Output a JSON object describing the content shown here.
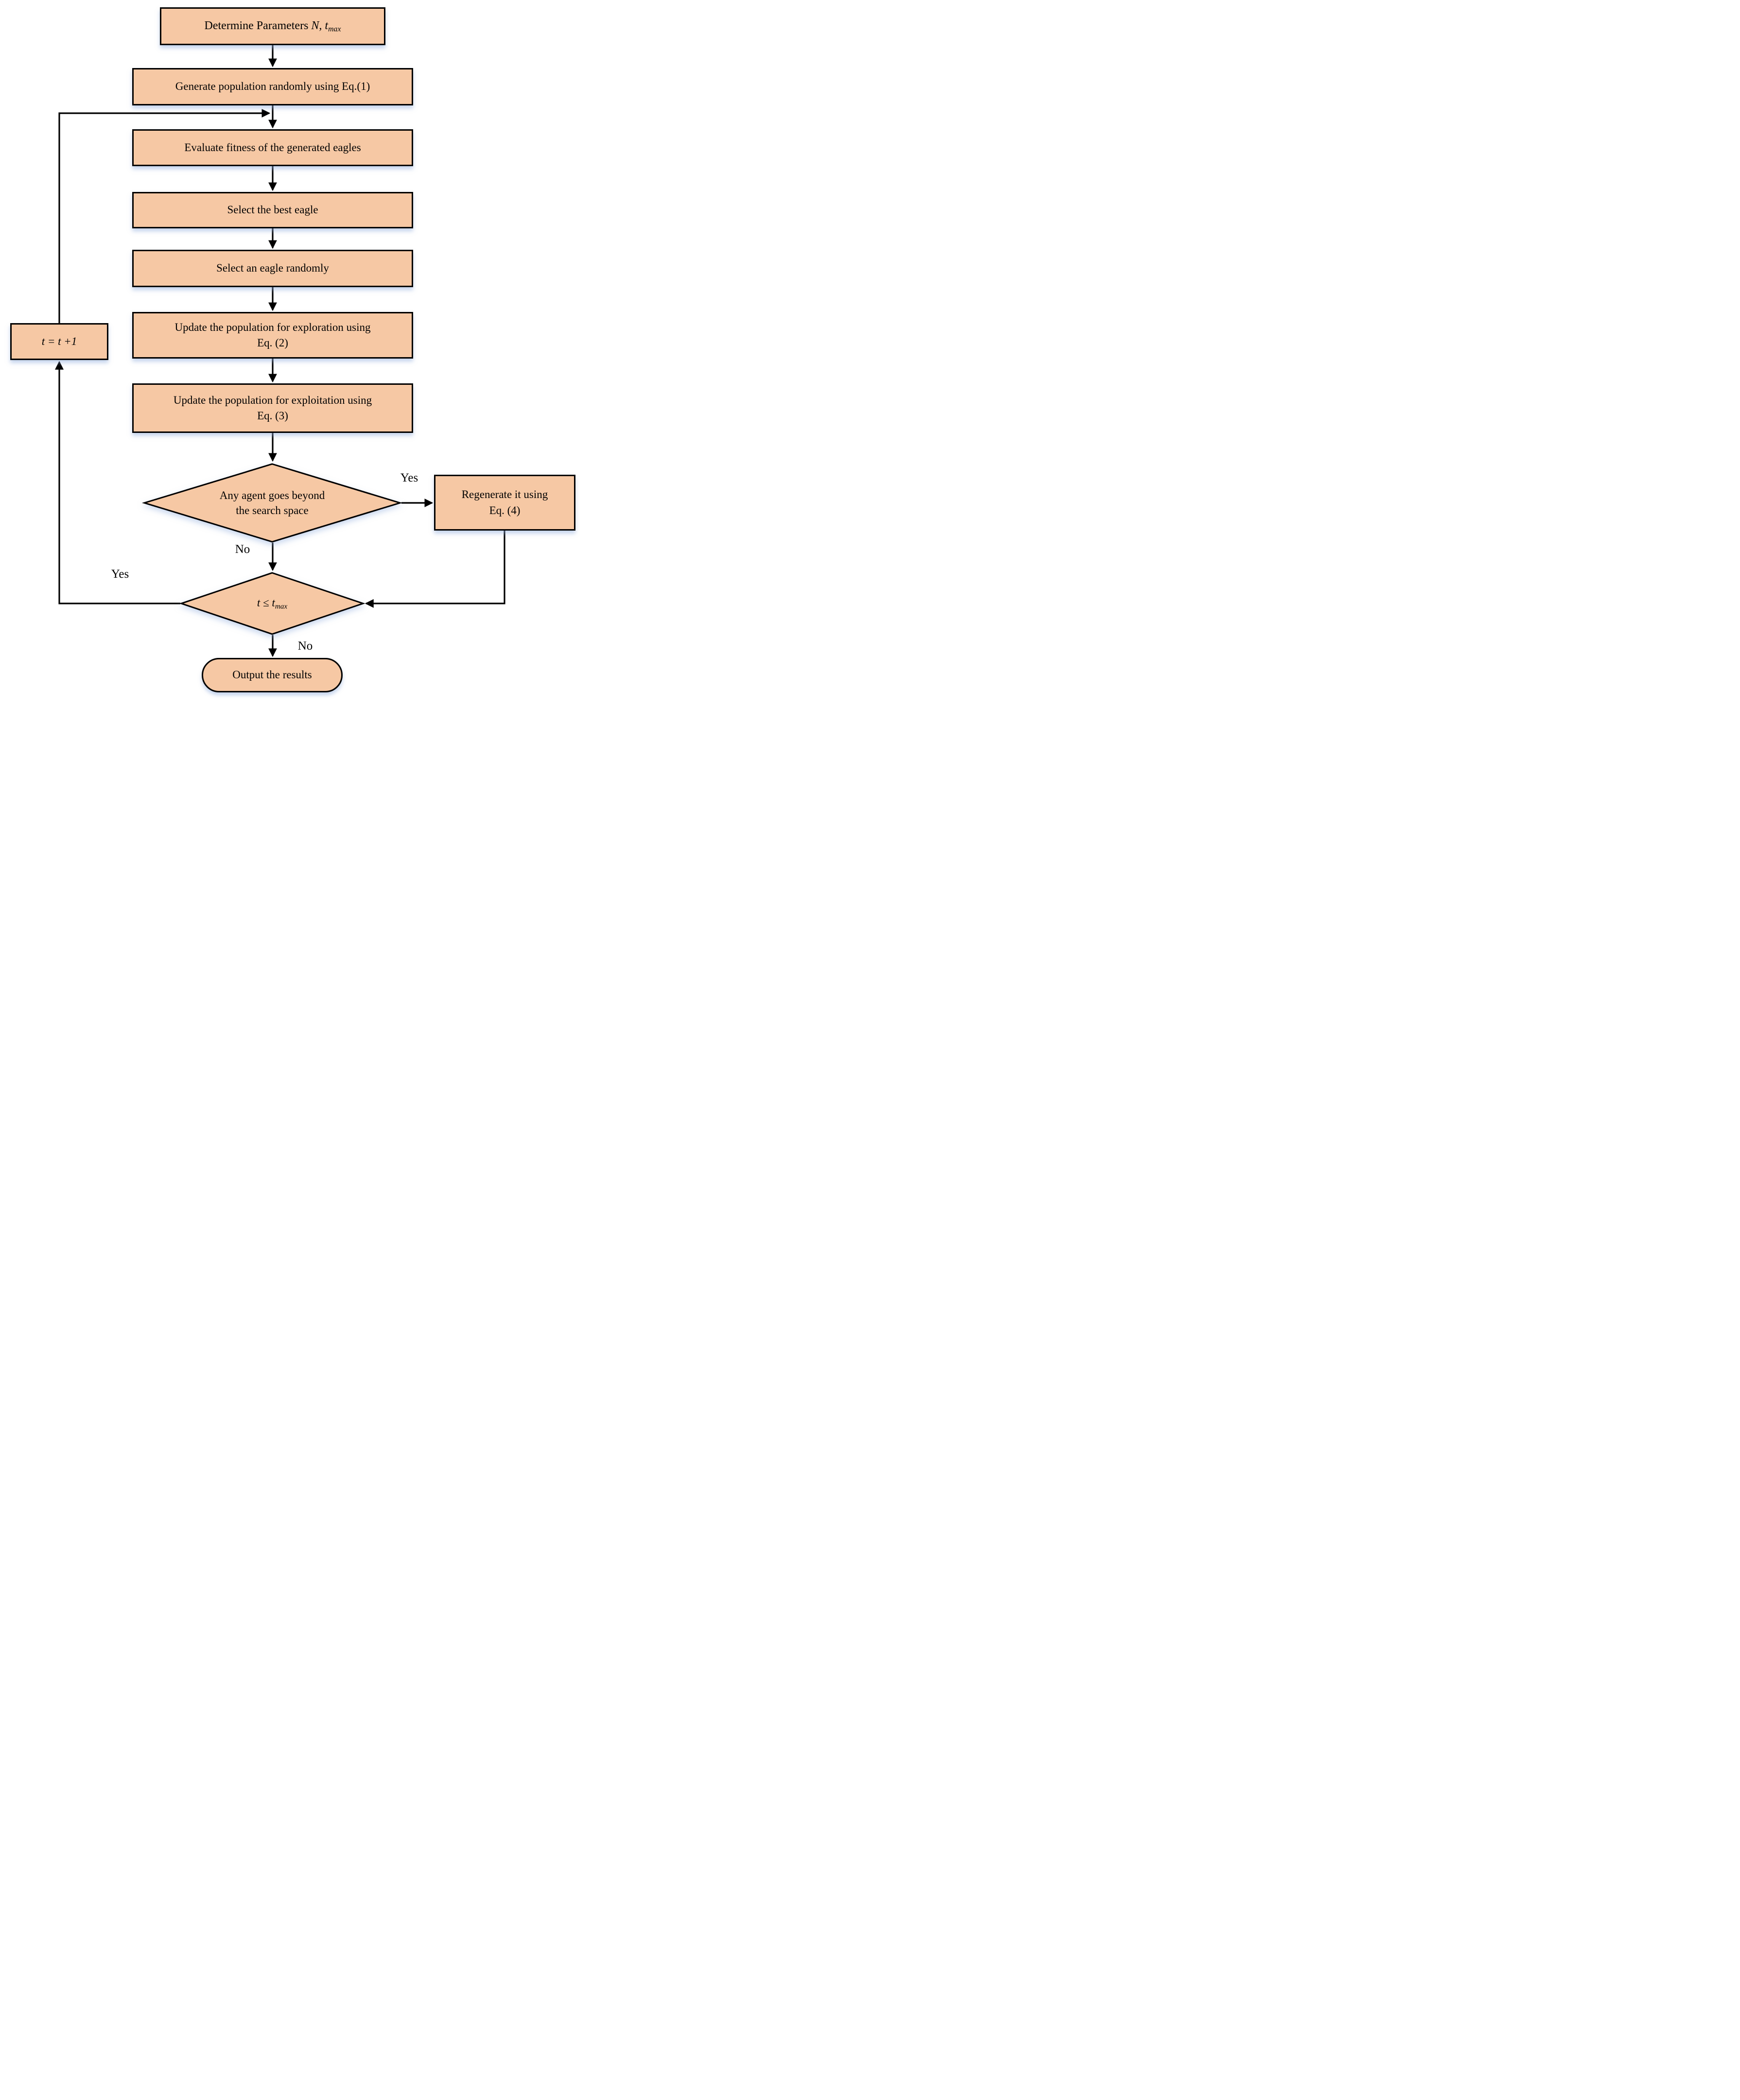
{
  "flowchart": {
    "nodes": {
      "determine_params": {
        "prefix": "Determine Parameters ",
        "vars": "N, t",
        "sub": "max"
      },
      "generate_population": "Generate population randomly using Eq.(1)",
      "evaluate_fitness": "Evaluate fitness of the generated eagles",
      "select_best": "Select the best eagle",
      "select_random": "Select an eagle randomly",
      "update_exploration": {
        "line1": "Update the population for exploration using",
        "line2": "Eq. (2)"
      },
      "update_exploitation": {
        "line1": "Update the population for exploitation using",
        "line2": "Eq. (3)"
      },
      "boundary_check": {
        "line1": "Any agent goes beyond",
        "line2": "the search space"
      },
      "regenerate": {
        "line1": "Regenerate it using",
        "line2": "Eq. (4)"
      },
      "iteration_check": {
        "expr": "t ≤ t",
        "sub": "max"
      },
      "increment": "t = t +1",
      "output": "Output the results"
    },
    "labels": {
      "yes_boundary": "Yes",
      "no_boundary": "No",
      "yes_iteration": "Yes",
      "no_iteration": "No"
    },
    "colors": {
      "node_fill": "#f6c8a4",
      "node_border": "#000000",
      "shadow_blue": "#8caadc"
    }
  }
}
